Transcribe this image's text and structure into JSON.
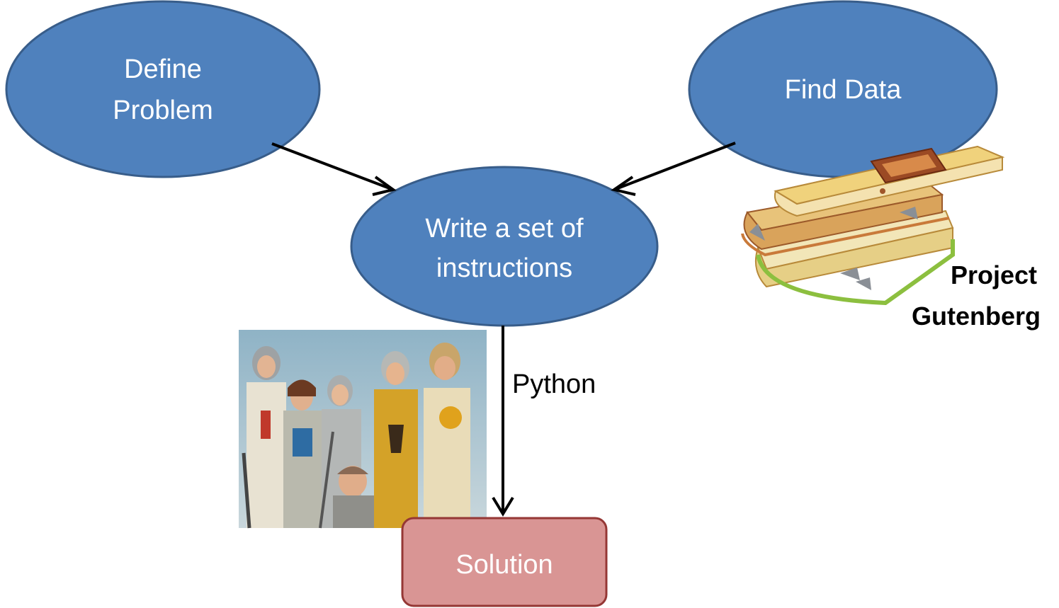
{
  "colors": {
    "process_fill": "#4f81bd",
    "process_stroke": "#385d8a",
    "solution_fill": "#d99594",
    "solution_stroke": "#953735",
    "arrow": "#000000"
  },
  "nodes": {
    "define_problem": {
      "line1": "Define",
      "line2": "Problem"
    },
    "find_data": {
      "label": "Find Data"
    },
    "write_instructions": {
      "line1": "Write a set of",
      "line2": "instructions"
    },
    "solution": {
      "label": "Solution"
    }
  },
  "edges": {
    "python_label": "Python"
  },
  "images": {
    "knights_photo": {
      "icon": "group-photo-icon"
    },
    "books": {
      "icon": "book-stack-icon",
      "caption_line1": "Project",
      "caption_line2": "Gutenberg"
    }
  }
}
